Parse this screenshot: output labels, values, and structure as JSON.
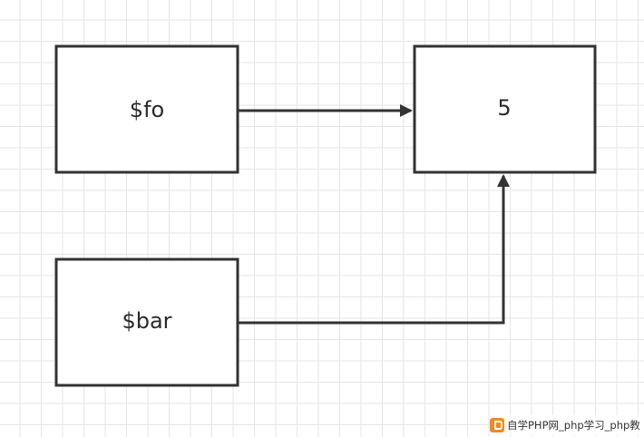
{
  "nodes": {
    "foo": {
      "label": "$fo"
    },
    "bar": {
      "label": "$bar"
    },
    "value": {
      "label": "5"
    }
  },
  "watermark": {
    "text": "自学PHP网_php学习_php教"
  }
}
